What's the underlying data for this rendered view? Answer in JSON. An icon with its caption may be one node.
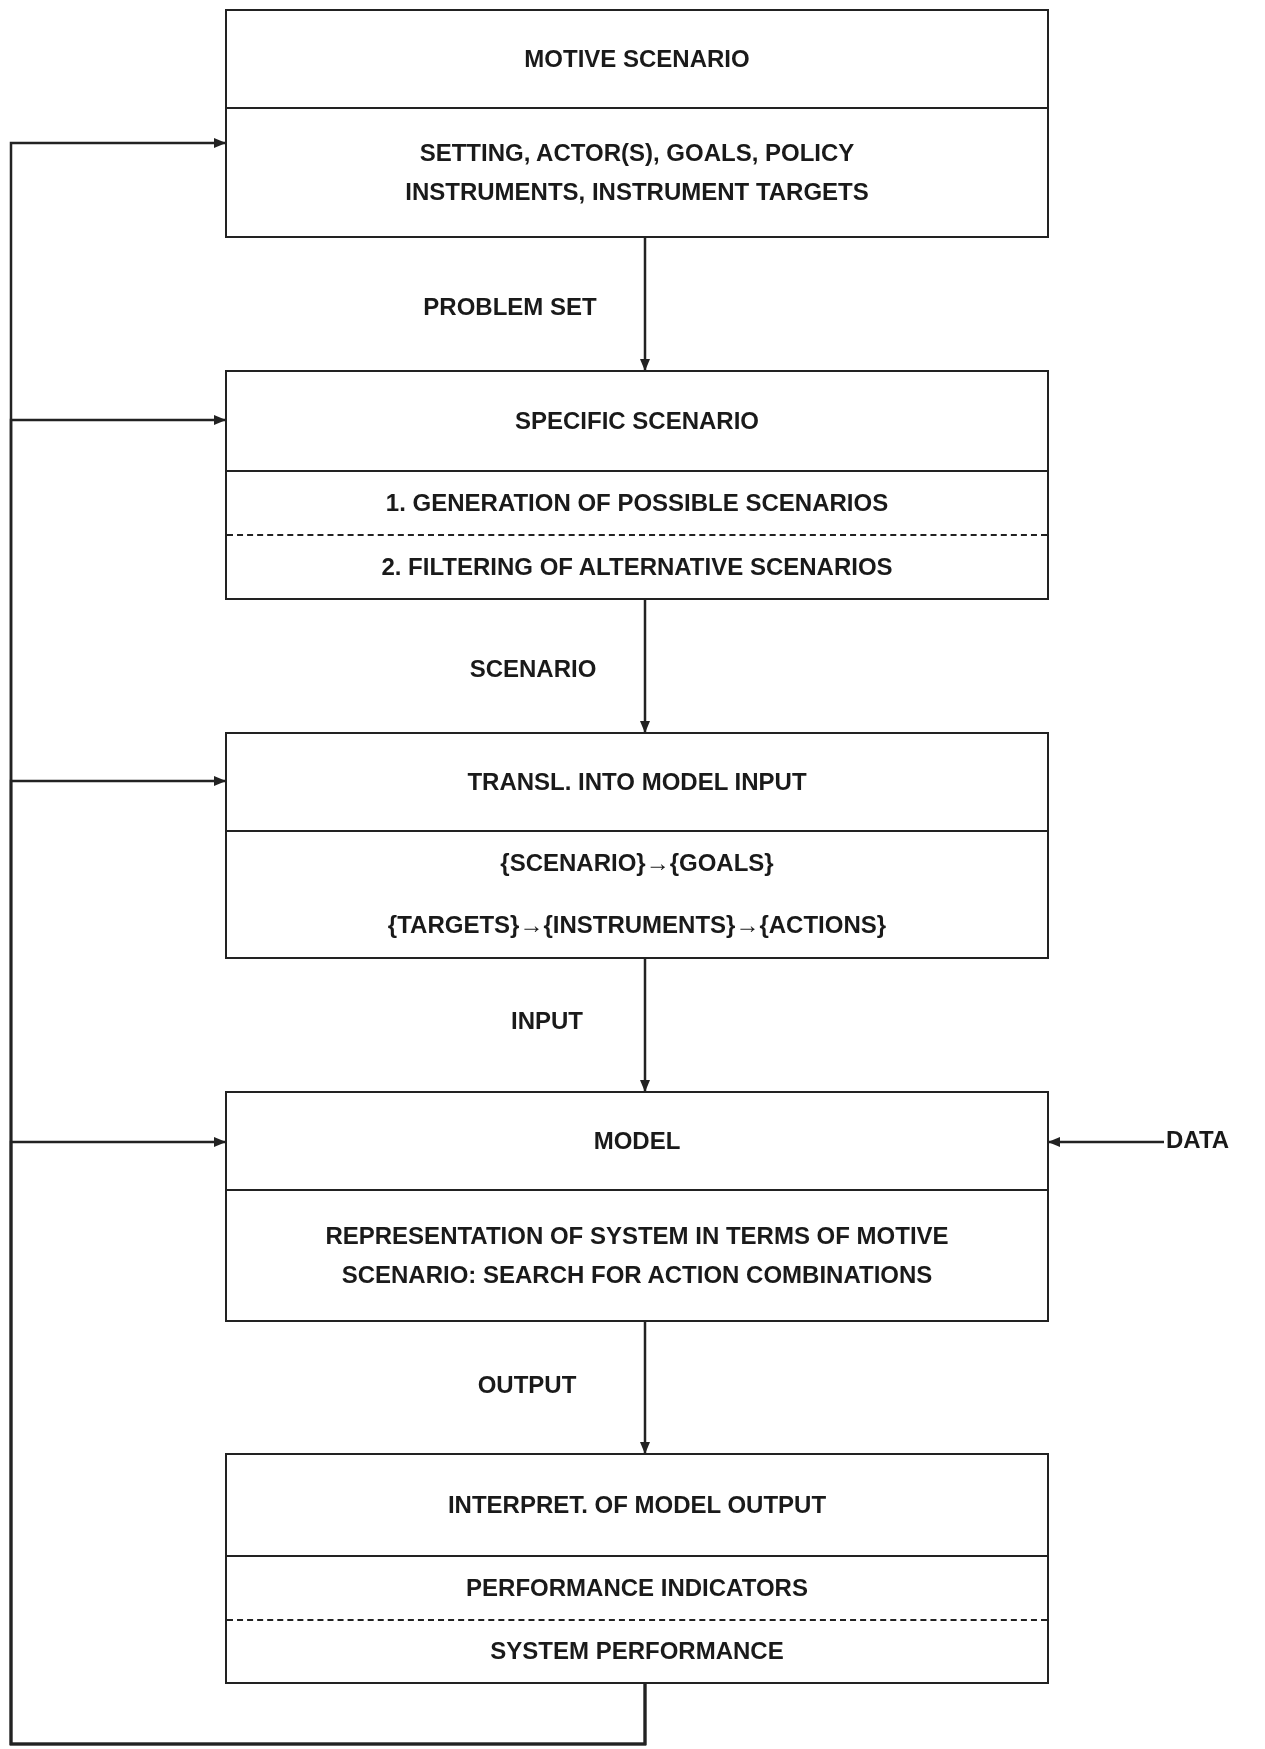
{
  "diagram": {
    "nodes": [
      {
        "text": [
          "MOTIVE SCENARIO",
          "SETTING, ACTOR(S), GOALS, POLICY INSTRUMENTS, INSTRUMENT TARGETS"
        ]
      },
      {
        "text": [
          "SPECIFIC SCENARIO",
          "1. GENERATION OF POSSIBLE SCENARIOS",
          "2. FILTERING OF ALTERNATIVE SCENARIOS"
        ]
      },
      {
        "text": [
          "TRANSL. INTO MODEL INPUT",
          "{SCENARIO}→{GOALS}",
          "{TARGETS}→{INSTRUMENTS}→{ACTIONS}"
        ]
      },
      {
        "text": [
          "MODEL",
          "REPRESENTATION OF SYSTEM IN TERMS OF MOTIVE SCENARIO: SEARCH FOR ACTION COMBINATIONS"
        ]
      },
      {
        "text": [
          "INTERPRET. OF MODEL OUTPUT",
          "PERFORMANCE INDICATORS",
          "SYSTEM PERFORMANCE"
        ]
      },
      {
        "text": [
          "DATA"
        ]
      }
    ],
    "edges": [
      {
        "from": 0,
        "to": 1,
        "arrow": "to",
        "label": "PROBLEM SET"
      },
      {
        "from": 1,
        "to": 2,
        "arrow": "to",
        "label": "SCENARIO"
      },
      {
        "from": 2,
        "to": 3,
        "arrow": "to",
        "label": "INPUT"
      },
      {
        "from": 3,
        "to": 4,
        "arrow": "to",
        "label": "OUTPUT"
      },
      {
        "from": 5,
        "to": 3,
        "arrow": "to"
      },
      {
        "from": 4,
        "to": 0,
        "arrow": "to"
      },
      {
        "from": 4,
        "to": 1,
        "arrow": "to"
      },
      {
        "from": 4,
        "to": 2,
        "arrow": "to"
      },
      {
        "from": 4,
        "to": 3,
        "arrow": "to"
      }
    ]
  }
}
